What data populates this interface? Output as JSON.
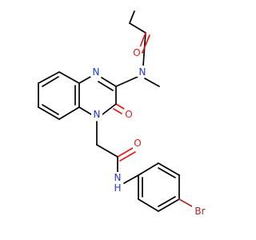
{
  "molecule": {
    "colors": {
      "carbon_bond": "#000000",
      "oxygen": "#e41a1c",
      "nitrogen": "#1f39d6",
      "bromine": "#a52a2a",
      "background": "#ffffff"
    },
    "atoms": {
      "o_amide_top": "O",
      "n_methyl": "N",
      "n_ring_top": "N",
      "o_ketone": "O",
      "n_ring_bottom": "N",
      "o_acetamide": "O",
      "n_amide_h": "N",
      "h_amide": "H",
      "br": "Br"
    }
  }
}
